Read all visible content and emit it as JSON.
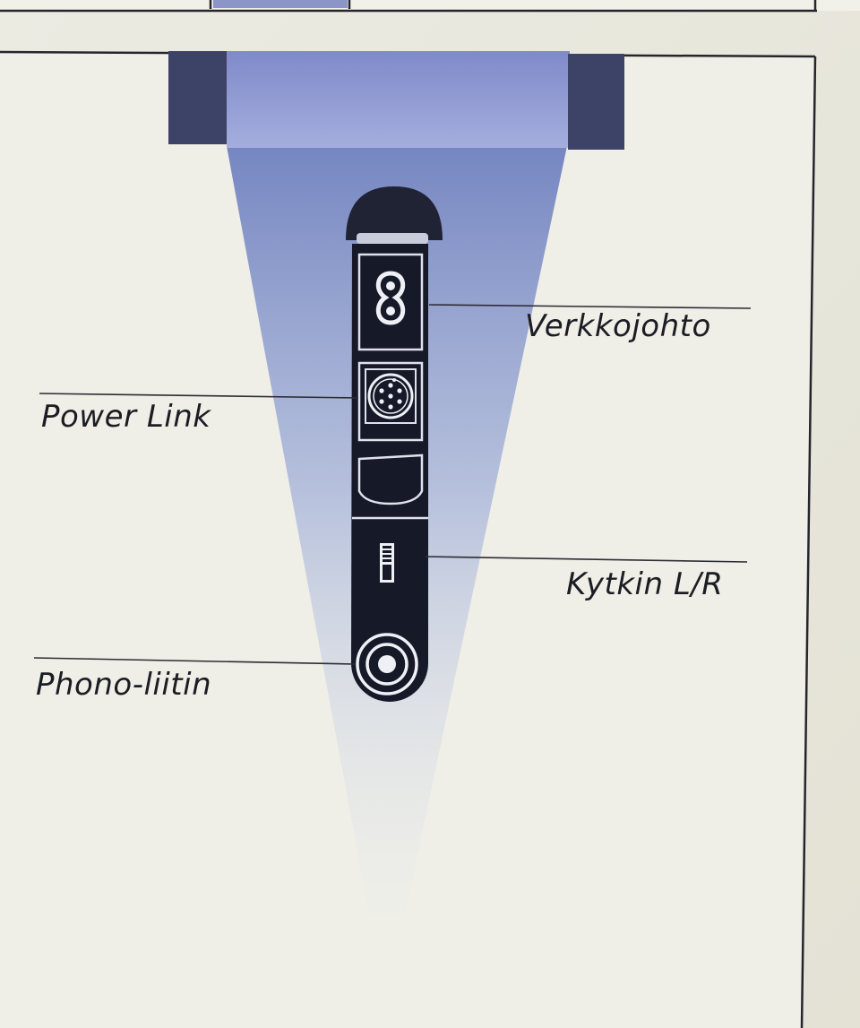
{
  "labels": {
    "verkkojohto": "Verkkojohto",
    "power_link": "Power Link",
    "kytkin": "Kytkin L/R",
    "phono": "Phono-liitin"
  },
  "icons": {
    "mains_socket": "figure-eight-socket-icon",
    "power_link_socket": "din-socket-icon",
    "switch": "lr-switch-icon",
    "phono_socket": "rca-socket-icon"
  },
  "colors": {
    "paper": "#efeee4",
    "beam": "#6f80bf",
    "device": "#161a28",
    "mount_dark": "#3d4366",
    "mount_light": "#8d97cf"
  }
}
